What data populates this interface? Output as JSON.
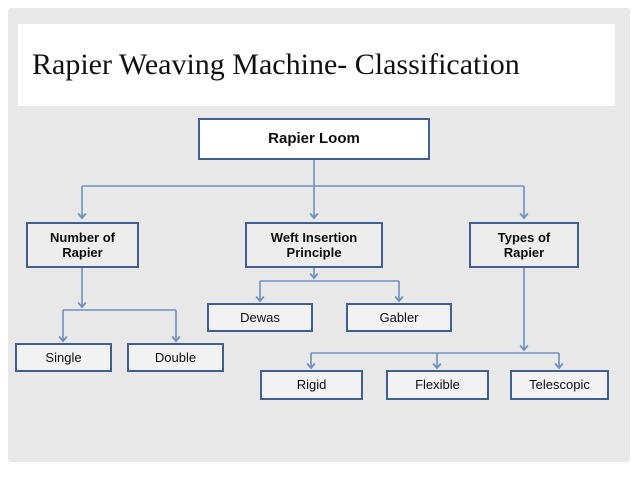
{
  "slide": {
    "title": "Rapier Weaving Machine-  Classification",
    "background_color": "#e8e8e8",
    "title_band_color": "#ffffff",
    "accent_color": "#3f6091",
    "connector_color": "#6b8fc0"
  },
  "diagram": {
    "type": "tree",
    "root": {
      "label": "Rapier Loom"
    },
    "level2": [
      {
        "label": "Number of\nRapier",
        "line1": "Number of",
        "line2": "Rapier"
      },
      {
        "label": "Weft Insertion\nPrinciple",
        "line1": "Weft Insertion",
        "line2": "Principle"
      },
      {
        "label": "Types of\nRapier",
        "line1": "Types of",
        "line2": "Rapier"
      }
    ],
    "leaves": {
      "number_of_rapier": [
        {
          "label": "Single"
        },
        {
          "label": "Double"
        }
      ],
      "weft_insertion_principle": [
        {
          "label": "Dewas"
        },
        {
          "label": "Gabler"
        }
      ],
      "types_of_rapier": [
        {
          "label": "Rigid"
        },
        {
          "label": "Flexible"
        },
        {
          "label": "Telescopic"
        }
      ]
    }
  }
}
